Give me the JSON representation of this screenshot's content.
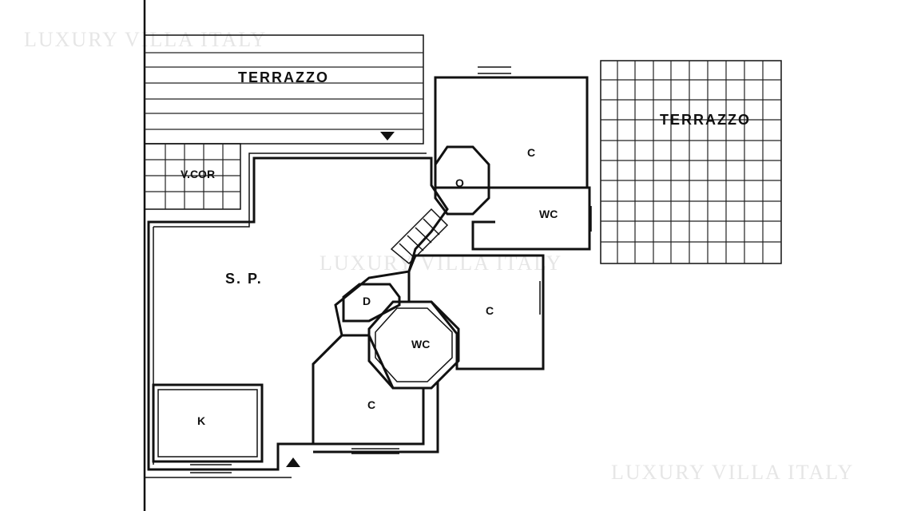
{
  "plan": {
    "rooms": {
      "terrazzo_top": "TERRAZZO",
      "terrazzo_right": "TERRAZZO",
      "vcor": "V.COR",
      "sp": "S. P.",
      "c_top": "C",
      "o": "O",
      "wc_top": "WC",
      "d": "D",
      "c_mid": "C",
      "wc_mid": "WC",
      "c_bottom": "C",
      "k": "K"
    },
    "watermarks": [
      "LUXURY VILLA ITALY",
      "LUXURY VILLA ITALY",
      "LUXURY VILLA ITALY"
    ]
  }
}
